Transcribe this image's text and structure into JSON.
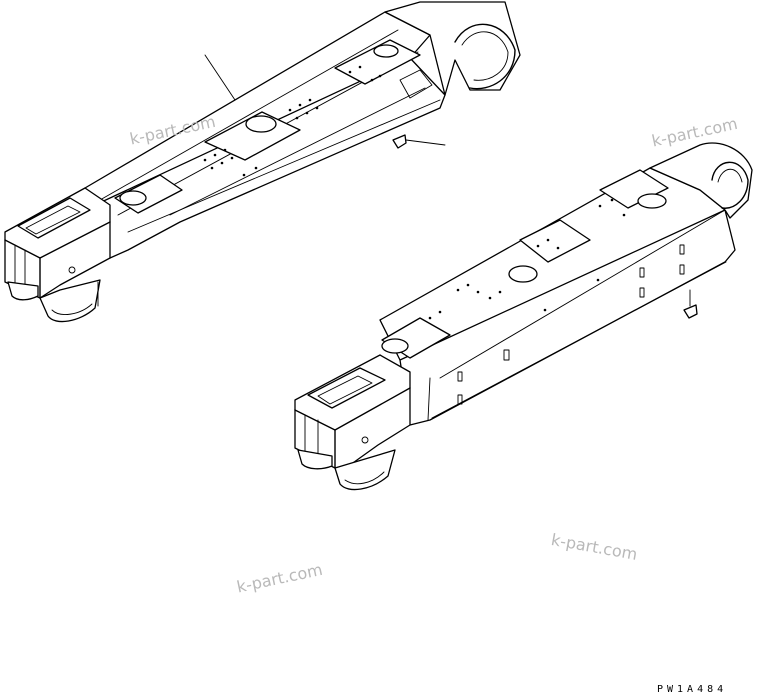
{
  "watermarks": [
    "k-part.com",
    "k-part.com",
    "k-part.com",
    "k-part.com"
  ],
  "drawing_code": "PW1A484"
}
